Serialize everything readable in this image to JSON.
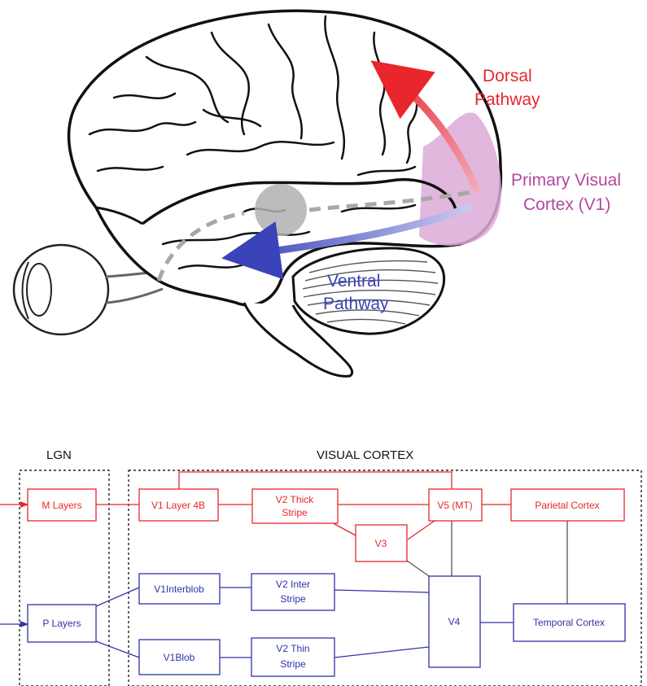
{
  "brain": {
    "dorsal_line1": "Dorsal",
    "dorsal_line2": "Pathway",
    "v1_line1": "Primary Visual",
    "v1_line2": "Cortex (V1)",
    "ventral_line1": "Ventral",
    "ventral_line2": "Pathway"
  },
  "flow": {
    "lgn_title": "LGN",
    "cortex_title": "VISUAL CORTEX",
    "m_layers": "M Layers",
    "p_layers": "P Layers",
    "v1_layer4b": "V1 Layer 4B",
    "v2_thick_1": "V2 Thick",
    "v2_thick_2": "Stripe",
    "v3": "V3",
    "v5": "V5 (MT)",
    "parietal": "Parietal Cortex",
    "v1_interblob": "V1Interblob",
    "v2_inter_1": "V2 Inter",
    "v2_inter_2": "Stripe",
    "v4": "V4",
    "temporal": "Temporal Cortex",
    "v1_blob": "V1Blob",
    "v2_thin_1": "V2 Thin",
    "v2_thin_2": "Stripe"
  },
  "colors": {
    "dorsal": "#e8262b",
    "ventral": "#3a44b8",
    "v1_region": "#dcaad8",
    "pathway_gray": "#b0b0b0"
  }
}
